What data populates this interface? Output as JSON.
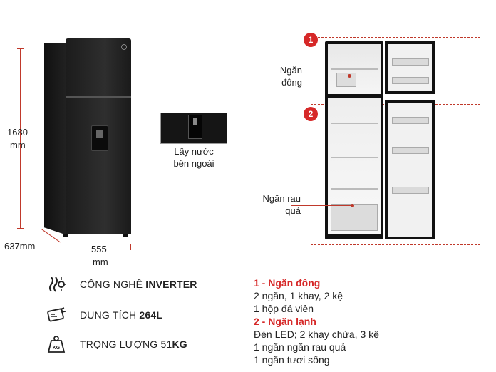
{
  "dimensions": {
    "height_value": "1680",
    "height_unit": "mm",
    "depth_label": "637mm",
    "width_value": "555",
    "width_unit": "mm"
  },
  "callouts": {
    "dispenser_line1": "Lấy nước",
    "dispenser_line2": "bên ngoài",
    "freezer_line1": "Ngăn",
    "freezer_line2": "đông",
    "crisper_line1": "Ngăn rau",
    "crisper_line2": "quả"
  },
  "badges": {
    "zone1": "1",
    "zone2": "2"
  },
  "features": [
    {
      "icon": "inverter-icon",
      "label_normal": "CÔNG NGHỆ ",
      "label_bold": "INVERTER"
    },
    {
      "icon": "capacity-icon",
      "label_normal": "DUNG TÍCH ",
      "label_bold": "264L"
    },
    {
      "icon": "weight-icon",
      "label_normal": "TRỌNG LƯỢNG 51",
      "label_bold": "KG",
      "icon_text": "KG"
    }
  ],
  "specs": {
    "freezer_title": "1 - Ngăn đông",
    "freezer_line1": "2 ngăn, 1 khay, 2 kệ",
    "freezer_line2": "1 hộp đá viên",
    "fridge_title": "2 - Ngăn lạnh",
    "fridge_line1": "Đèn LED; 2 khay chứa, 3 kệ",
    "fridge_line2": "1 ngăn ngăn rau quả",
    "fridge_line3": "1 ngăn tươi sống"
  },
  "colors": {
    "accent": "#d62828",
    "fridge_body": "#1c1c1c"
  }
}
